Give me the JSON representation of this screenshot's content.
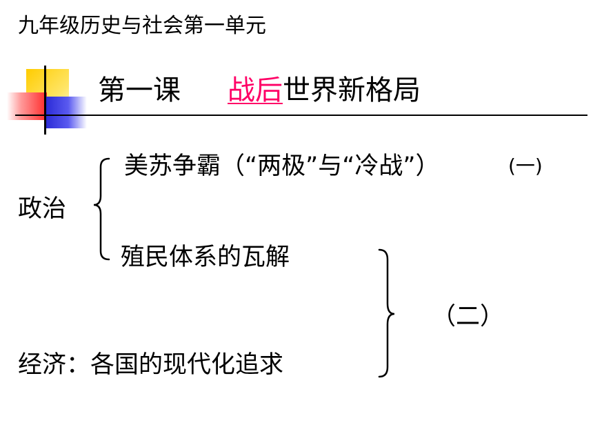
{
  "slide": {
    "unit_title": "九年级历史与社会第一单元",
    "lesson": {
      "number": "第一课",
      "highlight": "战后",
      "rest": "世界新格局",
      "highlight_color": "#ff0066"
    },
    "politics": {
      "label": "政治",
      "item1": "美苏争霸（“两极”与“冷战”）",
      "item1_overlay": "(一)",
      "item2": "殖民体系的瓦解"
    },
    "part2_label": "（二）",
    "economy": "经济：各国的现代化追求"
  }
}
